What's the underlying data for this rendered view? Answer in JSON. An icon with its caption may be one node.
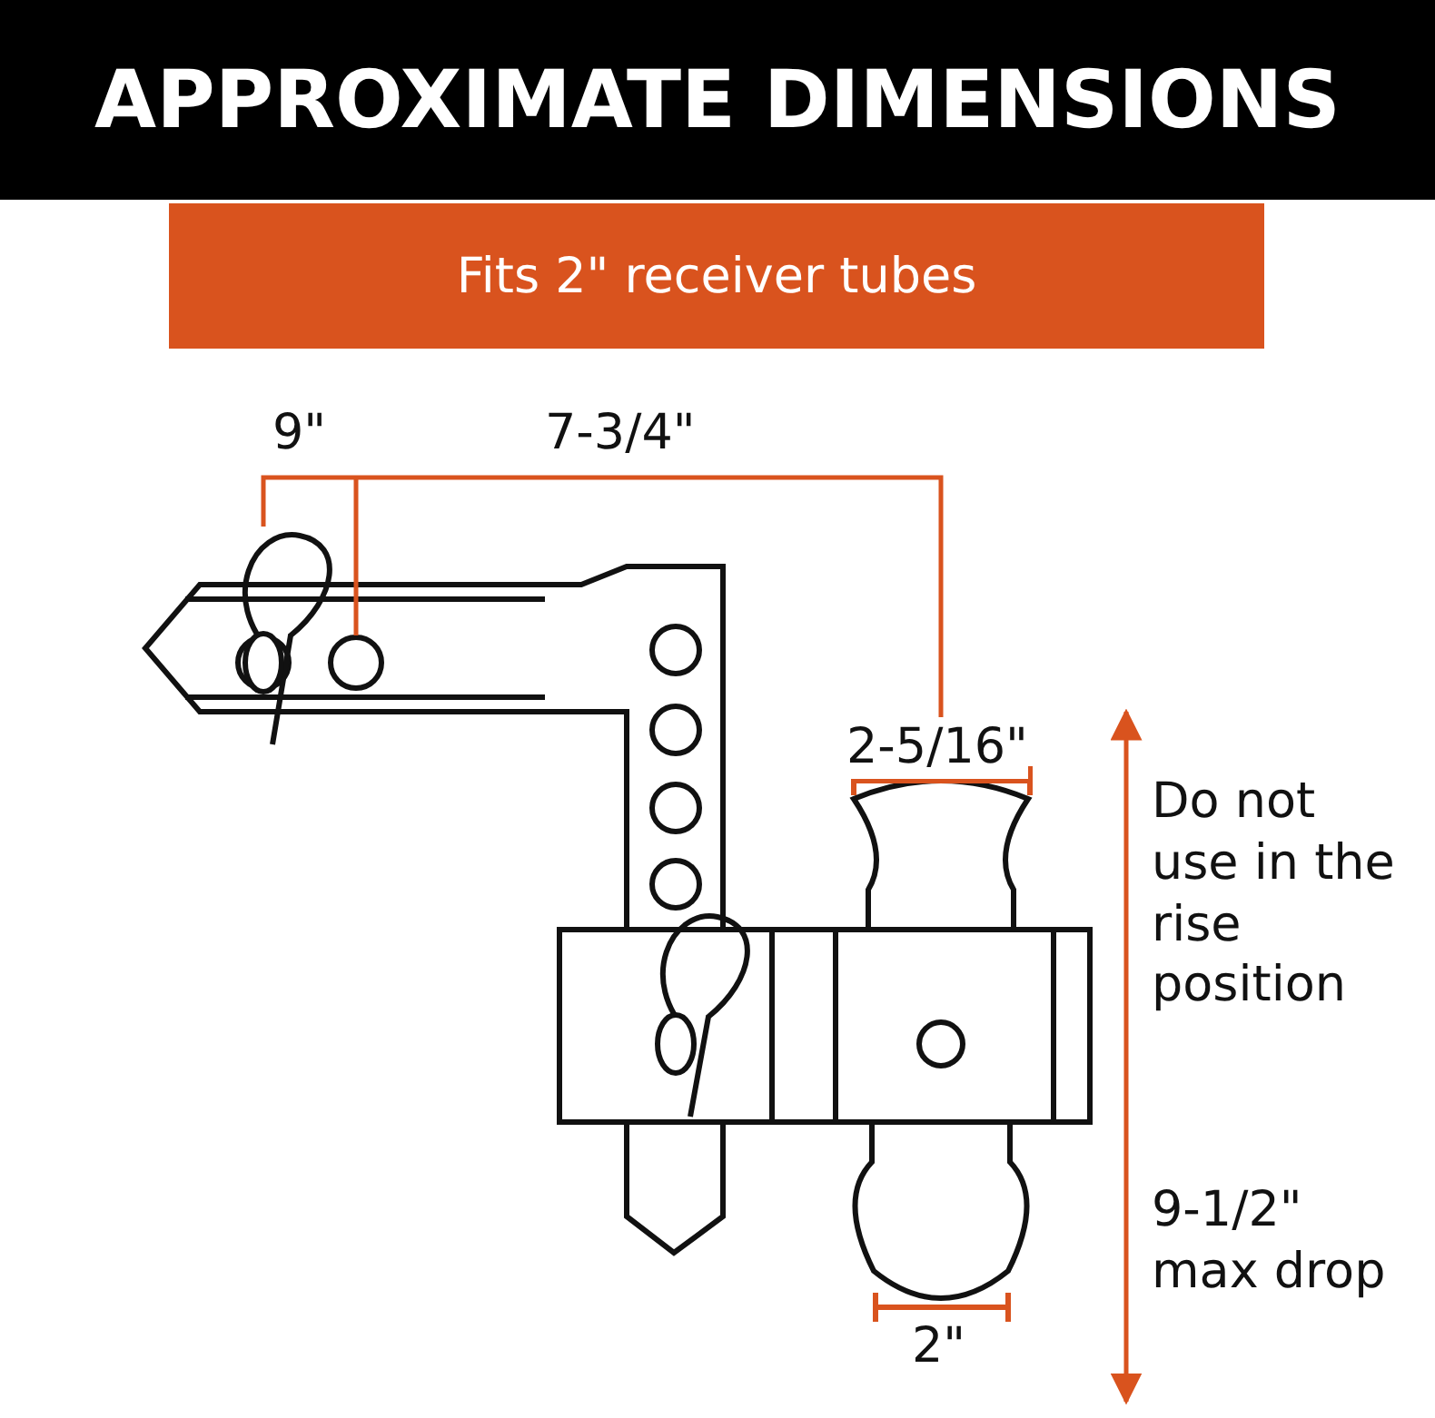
{
  "diagram": {
    "title": "APPROXIMATE DIMENSIONS",
    "nodes": [
      {
        "text": [
          "Fits 2\" receiver tubes"
        ]
      }
    ],
    "labels": [
      "9\"",
      "7-3/4\"",
      "2-5/16\"",
      "Do not use in the rise position",
      "9-1/2\" max drop",
      "2\""
    ]
  }
}
